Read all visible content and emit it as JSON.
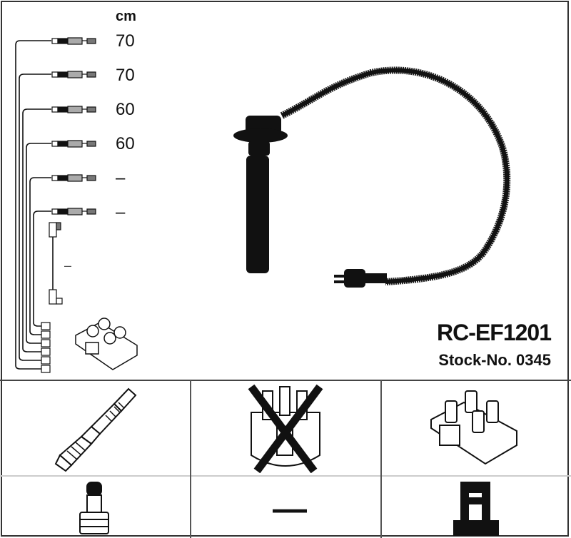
{
  "product": {
    "part_number": "RC-EF1201",
    "stock_label": "Stock-No. 0345"
  },
  "length_table": {
    "unit": "cm",
    "rows": [
      {
        "lead": 1,
        "length": "70"
      },
      {
        "lead": 2,
        "length": "70"
      },
      {
        "lead": 3,
        "length": "60"
      },
      {
        "lead": 4,
        "length": "60"
      },
      {
        "lead": 5,
        "length": "–"
      },
      {
        "lead": 6,
        "length": "–"
      }
    ],
    "coil_lead_length": "–"
  },
  "components_grid": {
    "cells": [
      {
        "name": "spark-plug",
        "included": true
      },
      {
        "name": "distributor-cap",
        "included": false
      },
      {
        "name": "ignition-coil",
        "included": true
      },
      {
        "name": "plug-terminal",
        "included": true
      },
      {
        "name": "rotor",
        "value": "—"
      },
      {
        "name": "coil-terminal",
        "included": true
      }
    ]
  }
}
